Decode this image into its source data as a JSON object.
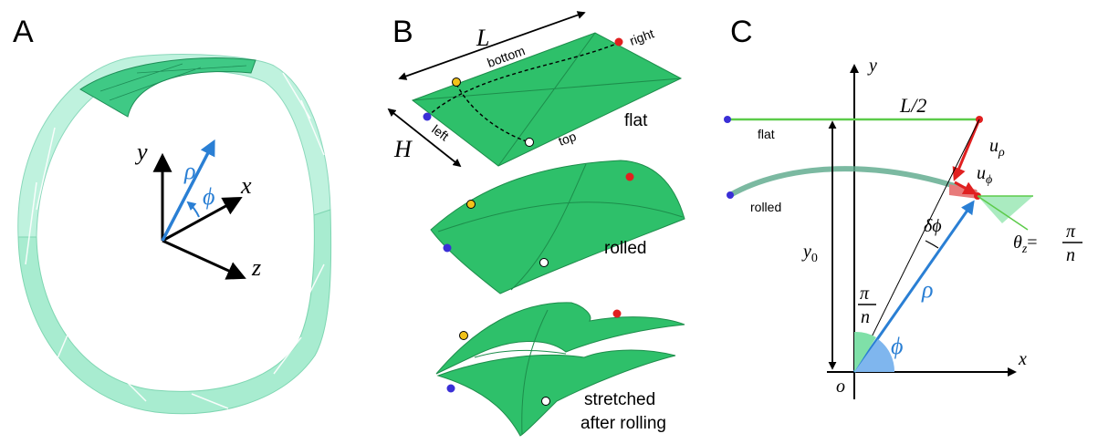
{
  "panels": {
    "a": {
      "letter": "A",
      "axis_y": "y",
      "axis_x": "x",
      "axis_z": "z",
      "rho": "ρ",
      "phi": "ϕ"
    },
    "b": {
      "letter": "B",
      "length": "L",
      "height": "H",
      "edge_bottom": "bottom",
      "edge_right": "right",
      "edge_left": "left",
      "edge_top": "top",
      "state_flat": "flat",
      "state_rolled": "rolled",
      "state_stretched_1": "stretched",
      "state_stretched_2": "after rolling"
    },
    "c": {
      "letter": "C",
      "axis_y": "y",
      "axis_x": "x",
      "origin": "o",
      "half_length": "L/2",
      "flat": "flat",
      "rolled": "rolled",
      "u_rho_base": "u",
      "u_rho_sub": "ρ",
      "u_phi_base": "u",
      "u_phi_sub": "ϕ",
      "delta_phi": "δϕ",
      "theta_base": "θ",
      "theta_sub": "z",
      "theta_eq": "=",
      "y0_base": "y",
      "y0_sub": "0",
      "pi": "π",
      "n": "n",
      "rho": "ρ",
      "phi": "ϕ"
    }
  },
  "colors": {
    "sheet_green": "#2ec06a",
    "ring_green": "#a8ecd0",
    "blue": "#2a7fd4",
    "red": "#e02020",
    "marker_yellow": "#f2c21a",
    "marker_purple": "#3a2fd6",
    "marker_red": "#e02020",
    "marker_white": "#ffffff",
    "flat_line": "#5ccb4a"
  }
}
